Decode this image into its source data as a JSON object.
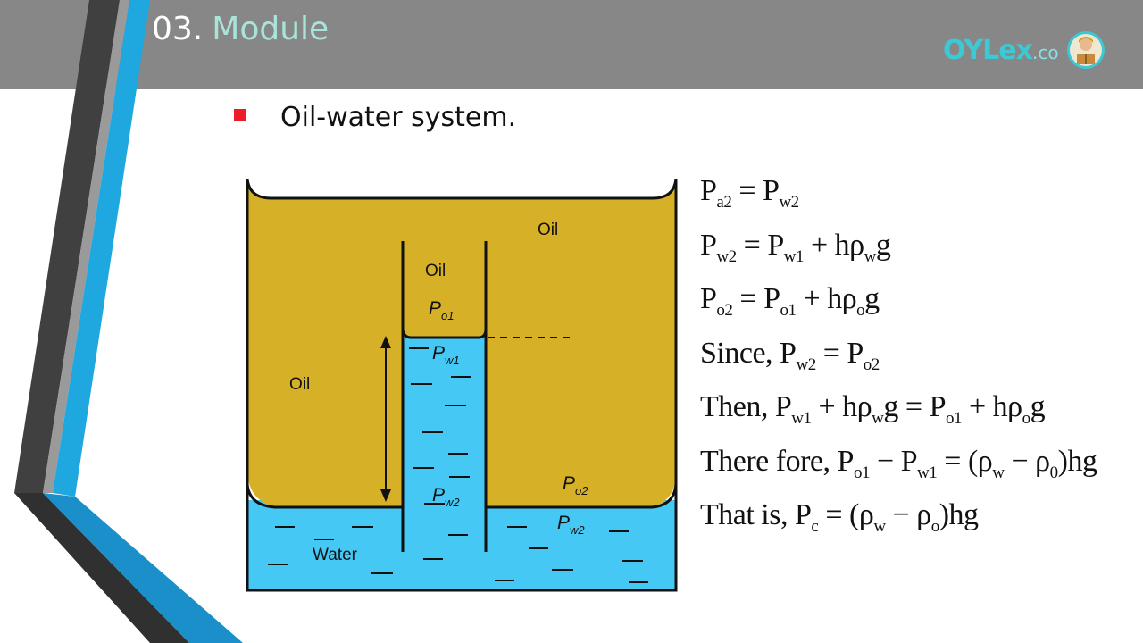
{
  "header": {
    "number": "03.",
    "title": "Module"
  },
  "logo": {
    "name": "OYLex",
    "tld": ".co",
    "avatar_icon": "reader-avatar-icon"
  },
  "bullet": {
    "text": "Oil-water system."
  },
  "diagram": {
    "oil_top_right": "Oil",
    "oil_tube": "Oil",
    "oil_left": "Oil",
    "water": "Water",
    "p_o1": {
      "main": "P",
      "sub": "o1"
    },
    "p_w1": {
      "main": "P",
      "sub": "w1"
    },
    "p_w2_tube": {
      "main": "P",
      "sub": "w2"
    },
    "p_o2": {
      "main": "P",
      "sub": "o2"
    },
    "p_w2_right": {
      "main": "P",
      "sub": "w2"
    },
    "colors": {
      "oil": "#d6b127",
      "water": "#45c8f4",
      "outline": "#111111"
    }
  },
  "equations": [
    {
      "lead": "",
      "parts": [
        [
          "P",
          ""
        ],
        [
          "a2",
          "sub"
        ],
        [
          " = P",
          ""
        ],
        [
          "w2",
          "sub"
        ]
      ]
    },
    {
      "lead": "",
      "parts": [
        [
          "P",
          ""
        ],
        [
          "w2",
          "sub"
        ],
        [
          " = P",
          ""
        ],
        [
          "w1",
          "sub"
        ],
        [
          " + hρ",
          ""
        ],
        [
          "w",
          "sub"
        ],
        [
          "g",
          ""
        ]
      ]
    },
    {
      "lead": "",
      "parts": [
        [
          "P",
          ""
        ],
        [
          "o2",
          "sub"
        ],
        [
          " = P",
          ""
        ],
        [
          "o1",
          "sub"
        ],
        [
          " + hρ",
          ""
        ],
        [
          "o",
          "sub"
        ],
        [
          "g",
          ""
        ]
      ]
    },
    {
      "lead": "Since,",
      "parts": [
        [
          "P",
          ""
        ],
        [
          "w2",
          "sub"
        ],
        [
          " = P",
          ""
        ],
        [
          "o2",
          "sub"
        ]
      ]
    },
    {
      "lead": "Then,",
      "parts": [
        [
          "P",
          ""
        ],
        [
          "w1",
          "sub"
        ],
        [
          " + hρ",
          ""
        ],
        [
          "w",
          "sub"
        ],
        [
          "g = P",
          ""
        ],
        [
          "o1",
          "sub"
        ],
        [
          " + hρ",
          ""
        ],
        [
          "o",
          "sub"
        ],
        [
          "g",
          ""
        ]
      ]
    },
    {
      "lead": "There fore,",
      "parts": [
        [
          "P",
          ""
        ],
        [
          "o1",
          "sub"
        ],
        [
          " − P",
          ""
        ],
        [
          "w1",
          "sub"
        ],
        [
          " = (ρ",
          ""
        ],
        [
          "w",
          "sub"
        ],
        [
          " − ρ",
          ""
        ],
        [
          "0",
          "sub"
        ],
        [
          ")hg",
          ""
        ]
      ]
    },
    {
      "lead": "That is,",
      "parts": [
        [
          "P",
          ""
        ],
        [
          "c",
          "sub"
        ],
        [
          " = (ρ",
          ""
        ],
        [
          "w",
          "sub"
        ],
        [
          " − ρ",
          ""
        ],
        [
          "o",
          "sub"
        ],
        [
          ")hg",
          ""
        ]
      ]
    }
  ]
}
